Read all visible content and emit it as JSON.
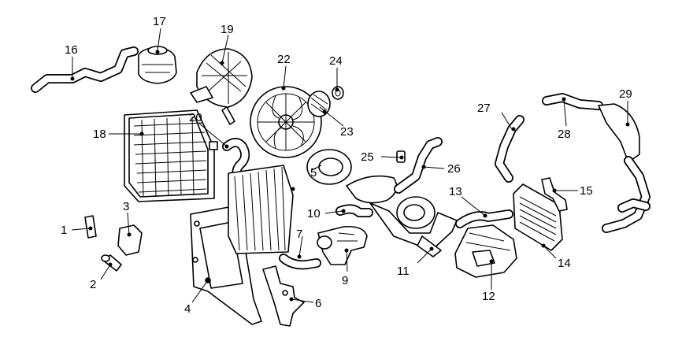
{
  "callouts": [
    {
      "id": "1",
      "text": "1"
    },
    {
      "id": "2",
      "text": "2"
    },
    {
      "id": "3",
      "text": "3"
    },
    {
      "id": "4",
      "text": "4"
    },
    {
      "id": "5",
      "text": "5"
    },
    {
      "id": "6",
      "text": "6"
    },
    {
      "id": "7",
      "text": "7"
    },
    {
      "id": "9",
      "text": "9"
    },
    {
      "id": "10",
      "text": "10"
    },
    {
      "id": "11",
      "text": "11"
    },
    {
      "id": "12",
      "text": "12"
    },
    {
      "id": "13",
      "text": "13"
    },
    {
      "id": "14",
      "text": "14"
    },
    {
      "id": "15",
      "text": "15"
    },
    {
      "id": "16",
      "text": "16"
    },
    {
      "id": "17",
      "text": "17"
    },
    {
      "id": "18",
      "text": "18"
    },
    {
      "id": "19",
      "text": "19"
    },
    {
      "id": "20",
      "text": "20"
    },
    {
      "id": "22",
      "text": "22"
    },
    {
      "id": "23",
      "text": "23"
    },
    {
      "id": "24",
      "text": "24"
    },
    {
      "id": "25",
      "text": "25"
    },
    {
      "id": "26",
      "text": "26"
    },
    {
      "id": "27",
      "text": "27"
    },
    {
      "id": "28",
      "text": "28"
    },
    {
      "id": "29",
      "text": "29"
    }
  ]
}
